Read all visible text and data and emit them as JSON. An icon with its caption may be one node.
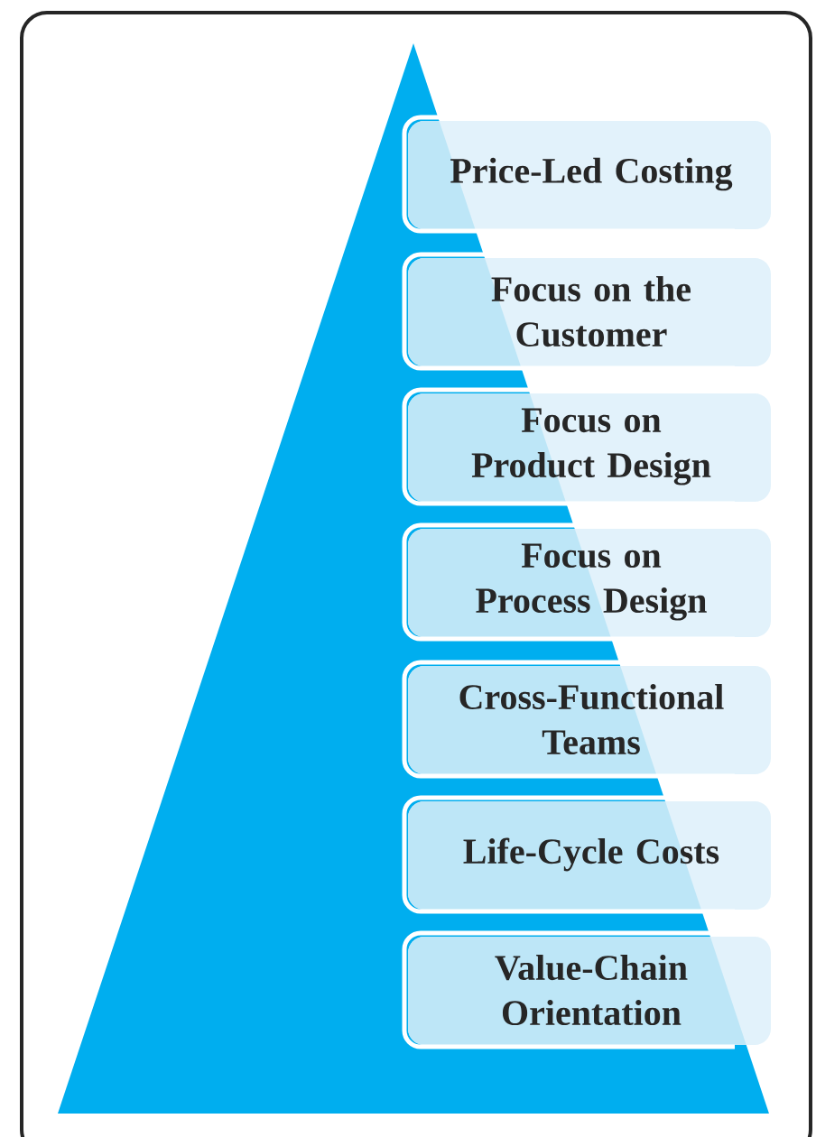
{
  "diagram": {
    "nodes": [
      {
        "text": [
          "Price-Led Costing"
        ]
      },
      {
        "text": [
          "Focus on the Customer"
        ]
      },
      {
        "text": [
          "Focus on Product Design"
        ]
      },
      {
        "text": [
          "Focus on Process Design"
        ]
      },
      {
        "text": [
          "Cross-Functional Teams"
        ]
      },
      {
        "text": [
          "Life-Cycle Costs"
        ]
      },
      {
        "text": [
          "Value-Chain Orientation"
        ]
      }
    ]
  }
}
